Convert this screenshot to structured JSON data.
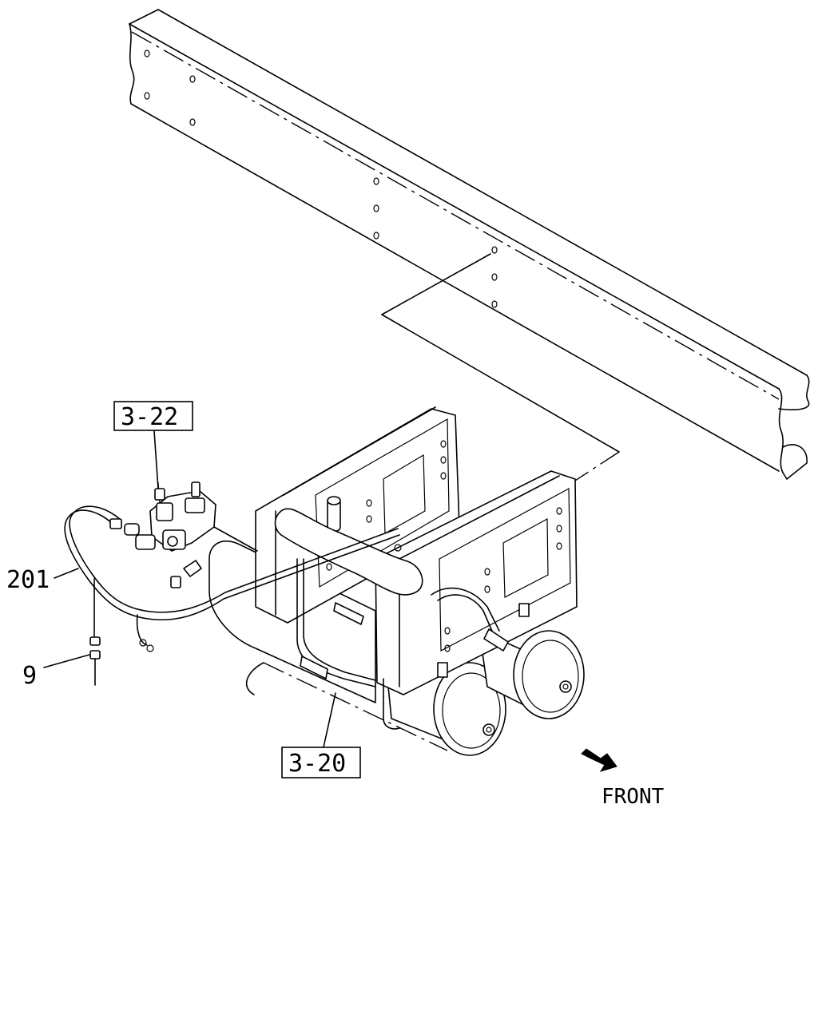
{
  "callouts": {
    "ref_3_22": "3-22",
    "ref_3_20": "3-20",
    "part_201": "201",
    "part_9": "9"
  },
  "orientation": {
    "front_label": "FRONT"
  }
}
